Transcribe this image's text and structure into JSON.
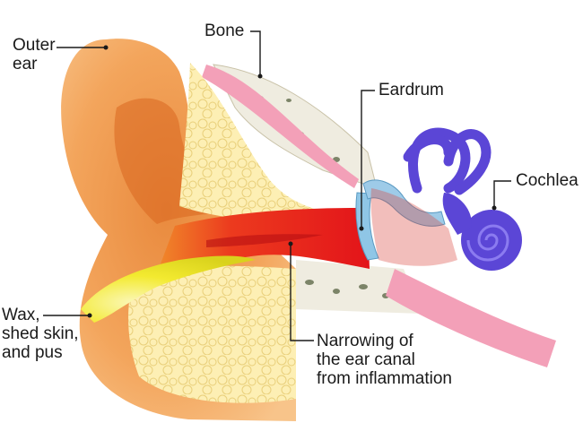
{
  "labels": {
    "outer_ear": [
      "Outer",
      "ear"
    ],
    "bone": "Bone",
    "eardrum": "Eardrum",
    "cochlea": "Cochlea",
    "wax": [
      "Wax,",
      "shed skin,",
      "and pus"
    ],
    "narrowing": [
      "Narrowing of",
      "the ear canal",
      "from inflammation"
    ]
  },
  "colors": {
    "outer_ear": "#f2a35b",
    "outer_ear_shadow": "#e07b2e",
    "fat_tissue": "#fbe9a6",
    "bone": "#efece0",
    "bone_pores": "#7c8468",
    "canal_inflamed": "#e8201c",
    "canal_edge": "#f59a3a",
    "eardrum": "#8fc6e6",
    "cochlea": "#5b46d6",
    "wax": "#f4ee3a",
    "skin_pink": "#f3a0b8",
    "leader_line": "#1a1a1a"
  }
}
